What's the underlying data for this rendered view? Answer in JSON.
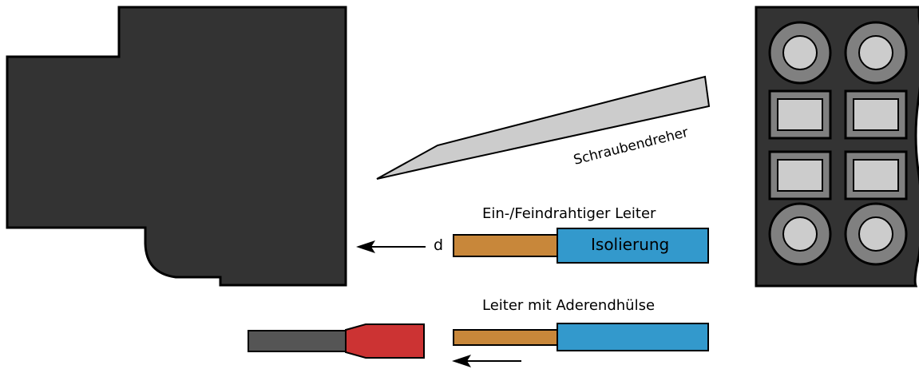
{
  "labels": {
    "screwdriver": "Schraubendreher",
    "solid_wire": "Ein-/Feindrahtiger Leiter",
    "insulation": "Isolierung",
    "dimension": "d",
    "ferrule_wire": "Leiter mit Aderendhülse"
  },
  "colors": {
    "housing": "#333333",
    "copper": "#c8873a",
    "insulation": "#3399cc",
    "ferrule_red": "#cc3333",
    "ferrule_gray": "#555555",
    "screwdriver": "#cccccc",
    "terminal_light": "#cccccc",
    "terminal_mid": "#808080"
  }
}
